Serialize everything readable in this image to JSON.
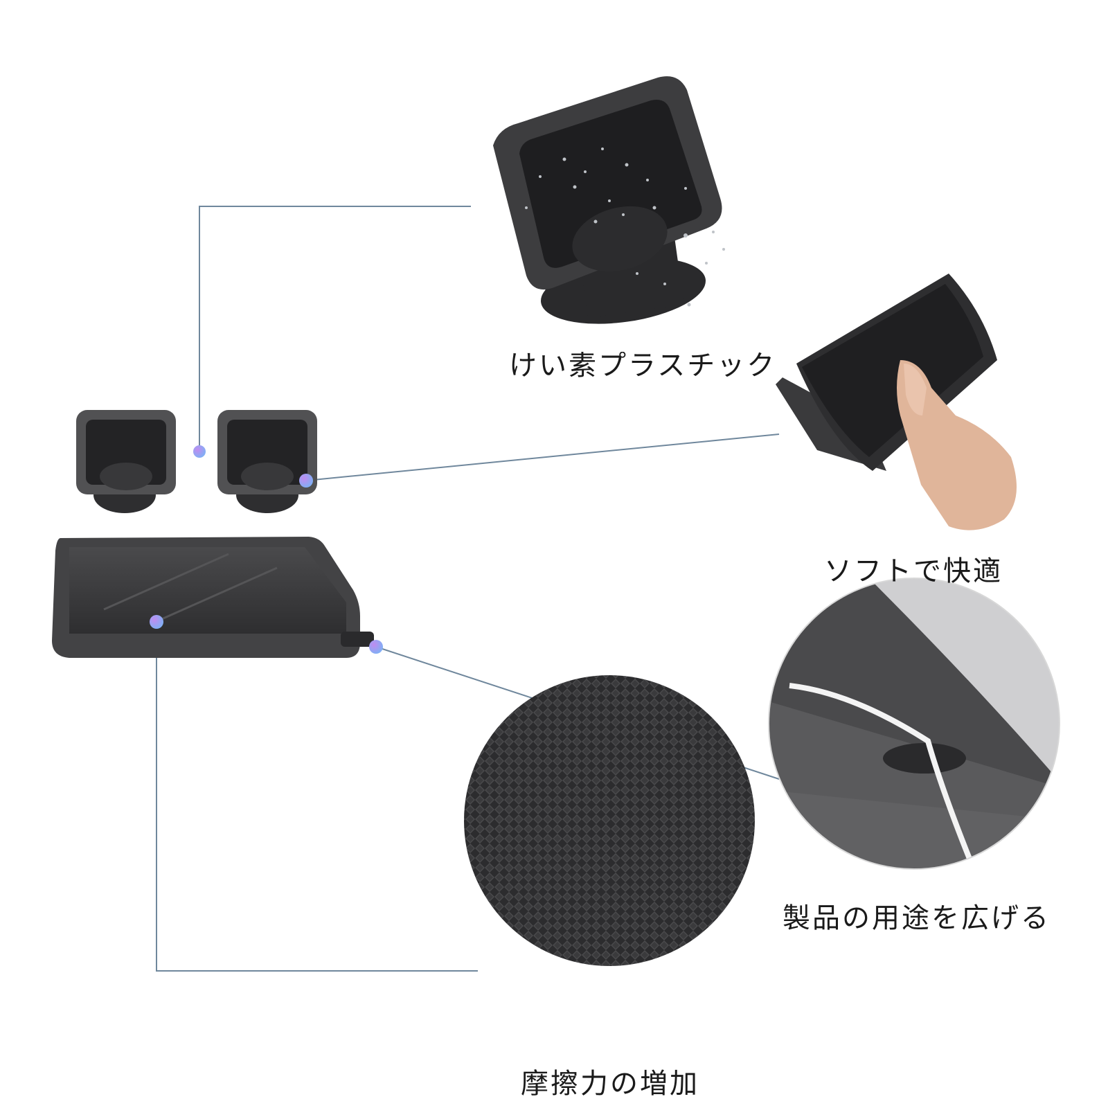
{
  "colors": {
    "leader_line": "#6f879c",
    "dot_gradient_start": "#c08cf0",
    "dot_gradient_end": "#7fb0f5",
    "rubber_dark": "#3a3a3c",
    "rubber_mid": "#545456",
    "text": "#1a1a1a",
    "background": "#ffffff"
  },
  "features": [
    {
      "id": "material",
      "label": "けい素プラスチック",
      "icon": "silicone-cup-photo"
    },
    {
      "id": "soft",
      "label": "ソフトで快適",
      "icon": "folded-mat-hand-photo"
    },
    {
      "id": "usage",
      "label": "製品の用途を広げる",
      "icon": "cable-slot-closeup-photo"
    },
    {
      "id": "friction",
      "label": "摩擦力の増加",
      "icon": "textured-surface-closeup-photo"
    }
  ],
  "product": {
    "parts": [
      "cup-holder-insert-left",
      "cup-holder-insert-right",
      "console-tray-mat"
    ]
  }
}
